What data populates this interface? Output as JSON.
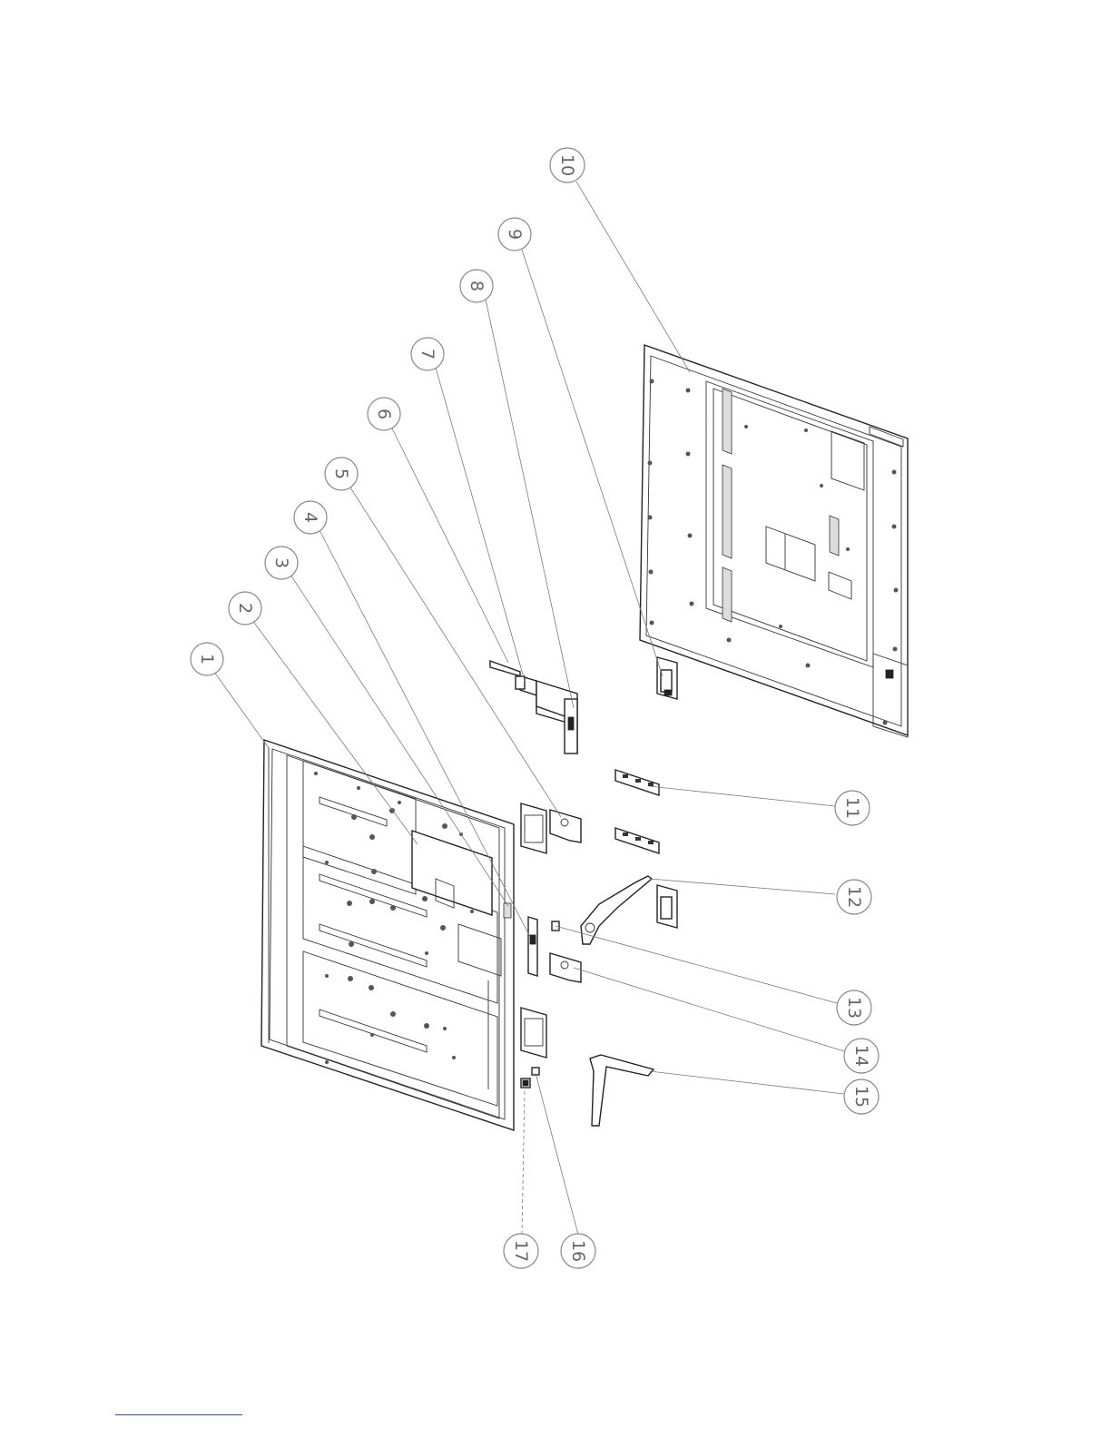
{
  "diagram": {
    "callouts": [
      {
        "n": "1"
      },
      {
        "n": "2"
      },
      {
        "n": "3"
      },
      {
        "n": "4"
      },
      {
        "n": "5"
      },
      {
        "n": "6"
      },
      {
        "n": "7"
      },
      {
        "n": "8"
      },
      {
        "n": "9"
      },
      {
        "n": "10"
      },
      {
        "n": "11"
      },
      {
        "n": "12"
      },
      {
        "n": "13"
      },
      {
        "n": "14"
      },
      {
        "n": "15"
      },
      {
        "n": "16"
      },
      {
        "n": "17"
      }
    ]
  },
  "colors": {
    "line": "#222222",
    "leader": "#7a7a7a",
    "footer_rule": "#2c4fb8"
  }
}
